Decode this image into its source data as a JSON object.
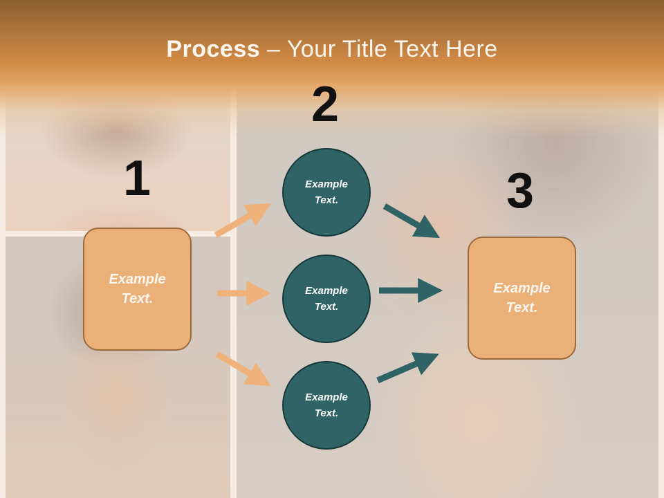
{
  "slide": {
    "title_bold": "Process",
    "title_rest": " – Your Title Text Here"
  },
  "steps": {
    "one": "1",
    "two": "2",
    "three": "3"
  },
  "boxes": {
    "left": {
      "line1": "Example",
      "line2": "Text."
    },
    "right": {
      "line1": "Example",
      "line2": "Text."
    }
  },
  "circles": [
    {
      "line1": "Example",
      "line2": "Text."
    },
    {
      "line1": "Example",
      "line2": "Text."
    },
    {
      "line1": "Example",
      "line2": "Text."
    }
  ],
  "colors": {
    "box_fill": "#ebb078",
    "box_border": "#9b6a3c",
    "circle_fill": "#2f6366",
    "circle_border": "#17393b",
    "arrow_orange": "#eeb27a",
    "arrow_teal": "#2f6366",
    "header": "#d28a45"
  }
}
